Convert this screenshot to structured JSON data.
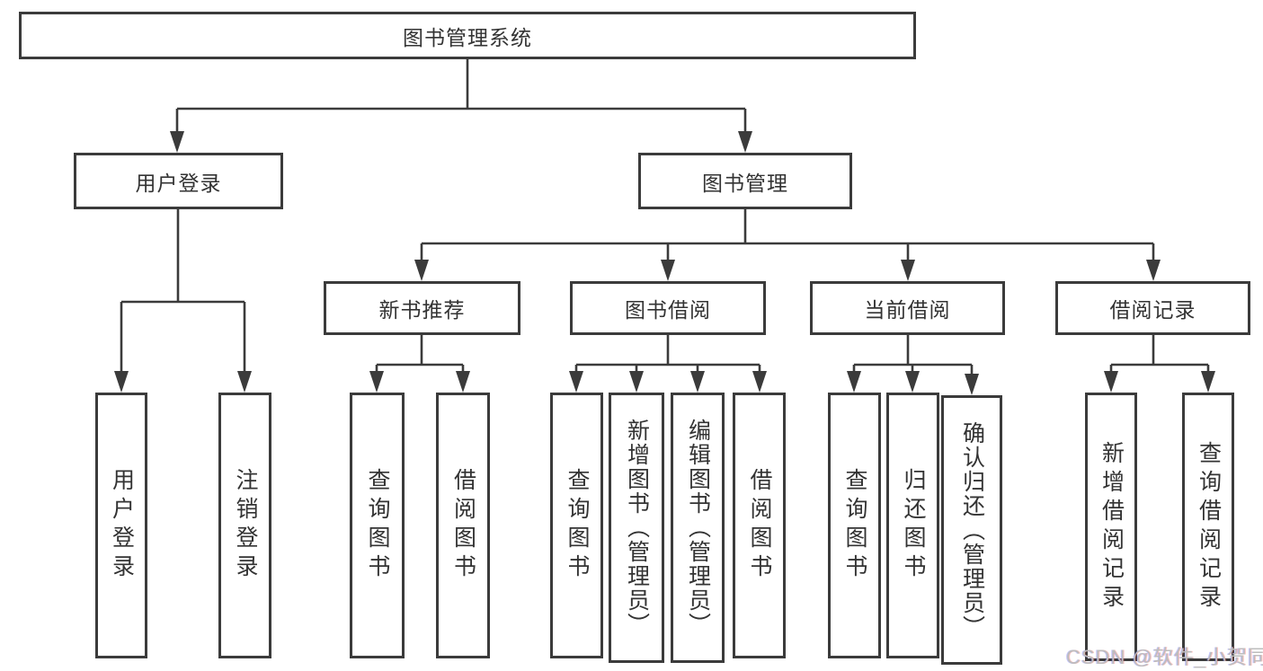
{
  "diagram": {
    "root": {
      "label": "图书管理系统"
    },
    "level2": [
      {
        "label": "用户登录"
      },
      {
        "label": "图书管理"
      }
    ],
    "level3": [
      {
        "label": "新书推荐"
      },
      {
        "label": "图书借阅"
      },
      {
        "label": "当前借阅"
      },
      {
        "label": "借阅记录"
      }
    ],
    "leaves": {
      "user_login": [
        "用户登录",
        "注销登录"
      ],
      "new_book": [
        "查询图书",
        "借阅图书"
      ],
      "book_borrow": [
        "查询图书",
        "新增图书（管理员）",
        "编辑图书（管理员）",
        "借阅图书"
      ],
      "current_borrow": [
        "查询图书",
        "归还图书",
        "确认归还（管理员）"
      ],
      "borrow_records": [
        "新增借阅记录",
        "查询借阅记录"
      ]
    },
    "colors": {
      "line": "#3b3b3b",
      "box_background": "#ffffff",
      "text": "#333333",
      "watermark": "#bdbdbd"
    }
  },
  "watermark": {
    "text": "CSDN @软件_小贺同学"
  }
}
